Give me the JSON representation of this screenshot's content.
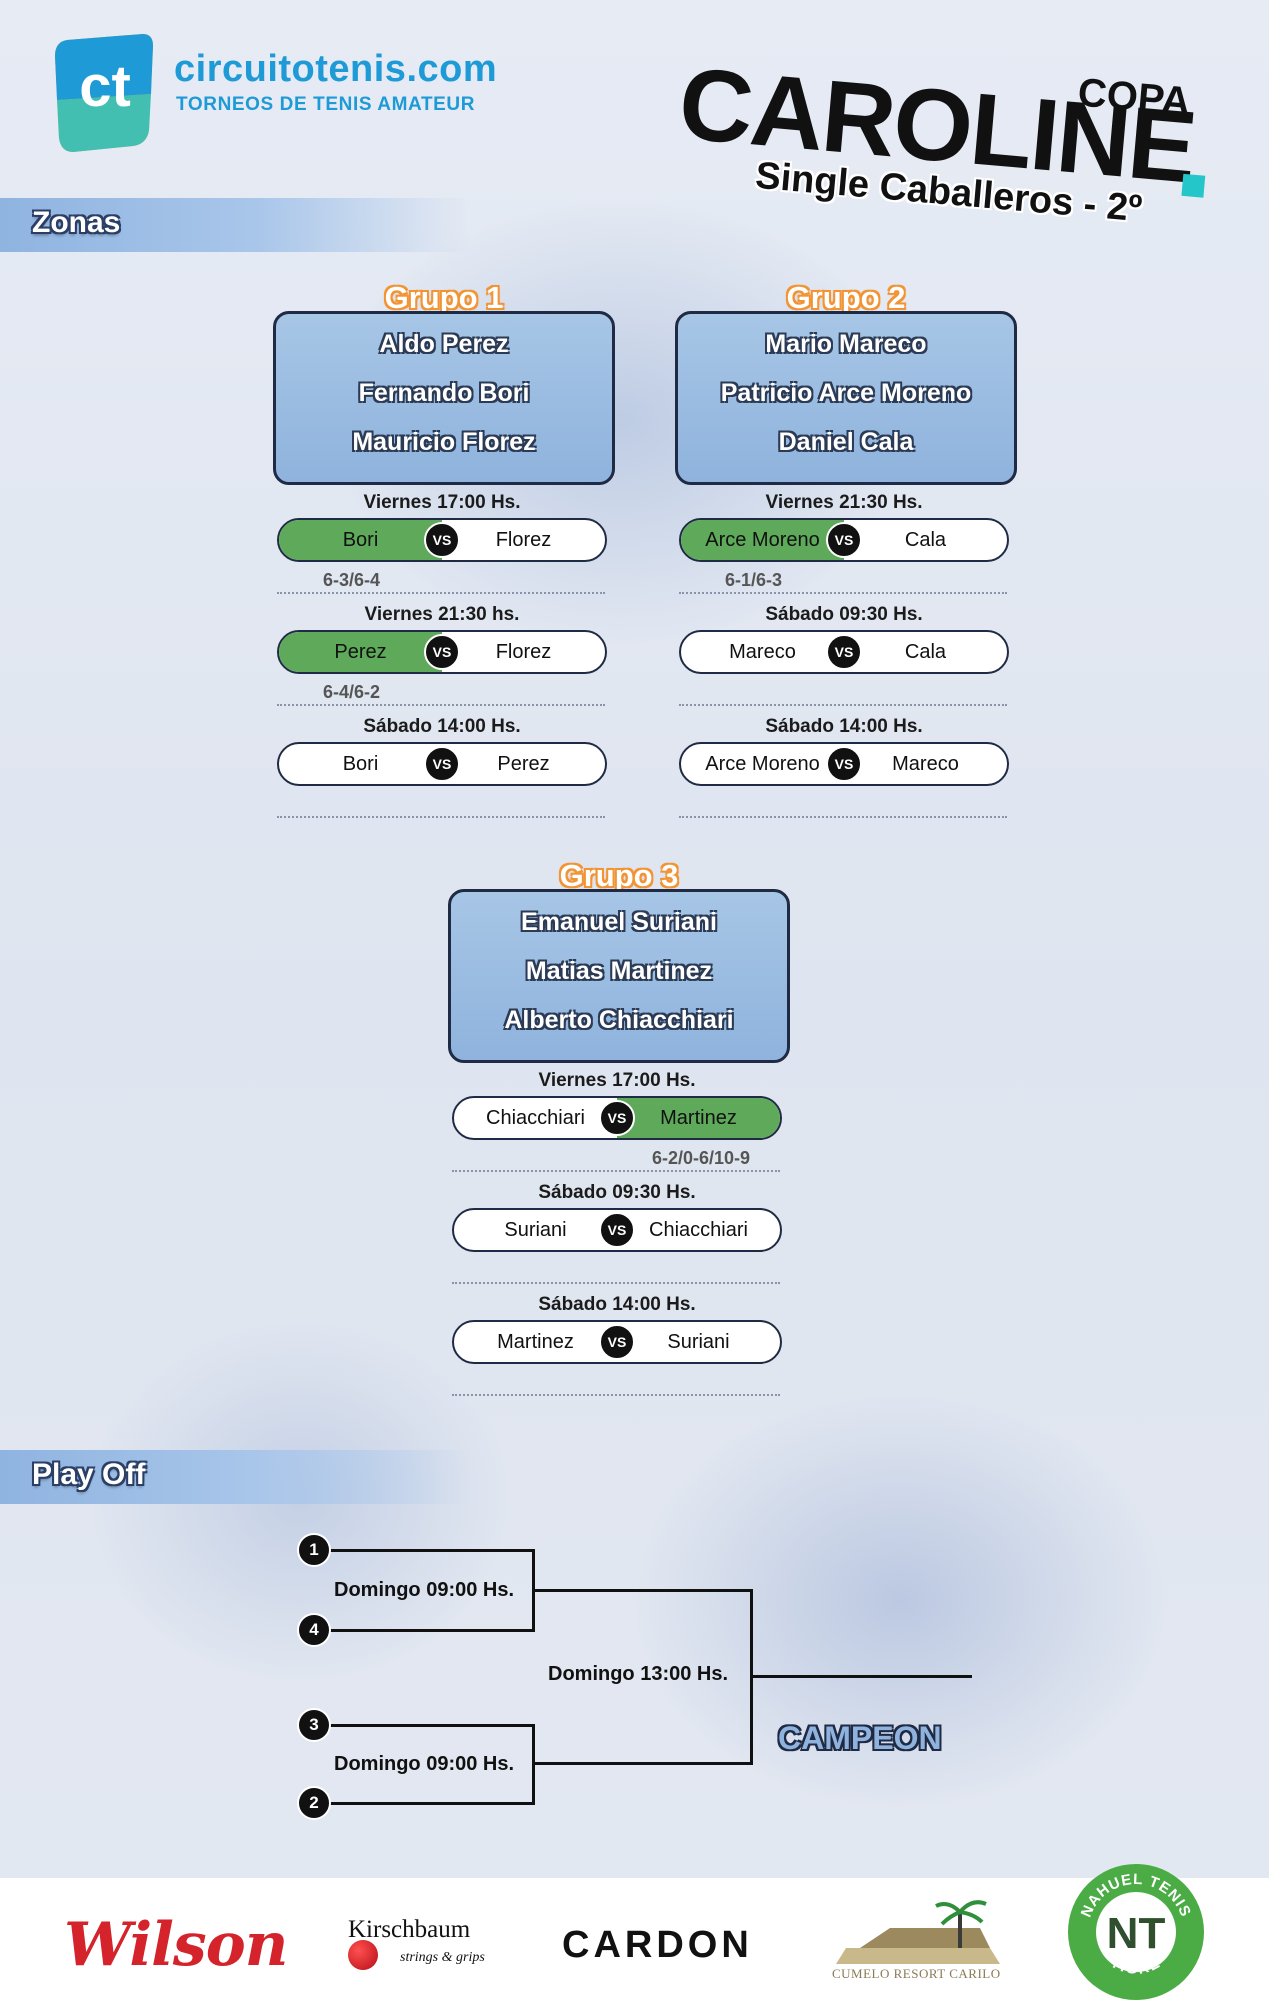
{
  "header": {
    "logo_letters": "ct",
    "site_name": "circuitotenis.com",
    "site_tagline": "TORNEOS DE TENIS AMATEUR",
    "title_top": "COPA",
    "title_main": "CAROLINE",
    "title_sub": "Single Caballeros - 2º"
  },
  "colors": {
    "brand_blue": "#1e9ad6",
    "group_title_orange": "#f39433",
    "winner_green": "#5eaa5a",
    "box_blue": "#a7c6e6",
    "accent_cyan": "#25c6c9"
  },
  "sections": {
    "zonas": "Zonas",
    "playoff": "Play Off"
  },
  "groups": [
    {
      "title": "Grupo 1",
      "players": [
        "Aldo Perez",
        "Fernando Bori",
        "Mauricio Florez"
      ],
      "matches": [
        {
          "time": "Viernes 17:00 Hs.",
          "left": "Bori",
          "right": "Florez",
          "winner": "left",
          "score": "6-3/6-4"
        },
        {
          "time": "Viernes 21:30 hs.",
          "left": "Perez",
          "right": "Florez",
          "winner": "left",
          "score": "6-4/6-2"
        },
        {
          "time": "Sábado 14:00 Hs.",
          "left": "Bori",
          "right": "Perez",
          "winner": "",
          "score": ""
        }
      ]
    },
    {
      "title": "Grupo 2",
      "players": [
        "Mario Mareco",
        "Patricio Arce Moreno",
        "Daniel Cala"
      ],
      "matches": [
        {
          "time": "Viernes 21:30 Hs.",
          "left": "Arce Moreno",
          "right": "Cala",
          "winner": "left",
          "score": "6-1/6-3"
        },
        {
          "time": "Sábado 09:30 Hs.",
          "left": "Mareco",
          "right": "Cala",
          "winner": "",
          "score": ""
        },
        {
          "time": "Sábado 14:00 Hs.",
          "left": "Arce Moreno",
          "right": "Mareco",
          "winner": "",
          "score": ""
        }
      ]
    },
    {
      "title": "Grupo 3",
      "players": [
        "Emanuel Suriani",
        "Matias Martinez",
        "Alberto Chiacchiari"
      ],
      "matches": [
        {
          "time": "Viernes 17:00 Hs.",
          "left": "Chiacchiari",
          "right": "Martinez",
          "winner": "right",
          "score": "6-2/0-6/10-9"
        },
        {
          "time": "Sábado 09:30 Hs.",
          "left": "Suriani",
          "right": "Chiacchiari",
          "winner": "",
          "score": ""
        },
        {
          "time": "Sábado 14:00 Hs.",
          "left": "Martinez",
          "right": "Suriani",
          "winner": "",
          "score": ""
        }
      ]
    }
  ],
  "vs_label": "VS",
  "playoff": {
    "seeds": [
      "1",
      "4",
      "3",
      "2"
    ],
    "semi1_time": "Domingo 09:00 Hs.",
    "semi2_time": "Domingo 09:00 Hs.",
    "final_time": "Domingo 13:00 Hs.",
    "champion_label": "CAMPEON"
  },
  "sponsors": {
    "wilson": "Wilson",
    "kirschbaum": "Kirschbaum",
    "kirschbaum_sub": "strings & grips",
    "cardon": "CARDON",
    "cumelo": "CUMELO RESORT CARILO",
    "nahuel_top": "NAHUEL TENIS",
    "nahuel_mark": "NT",
    "nahuel_bottom": "TIGRE"
  }
}
